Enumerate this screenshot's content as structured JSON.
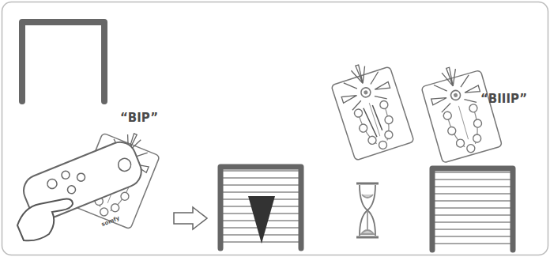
{
  "diagram": {
    "labels": [
      "“BIP”",
      "somfy",
      "“BIIIP”"
    ]
  }
}
